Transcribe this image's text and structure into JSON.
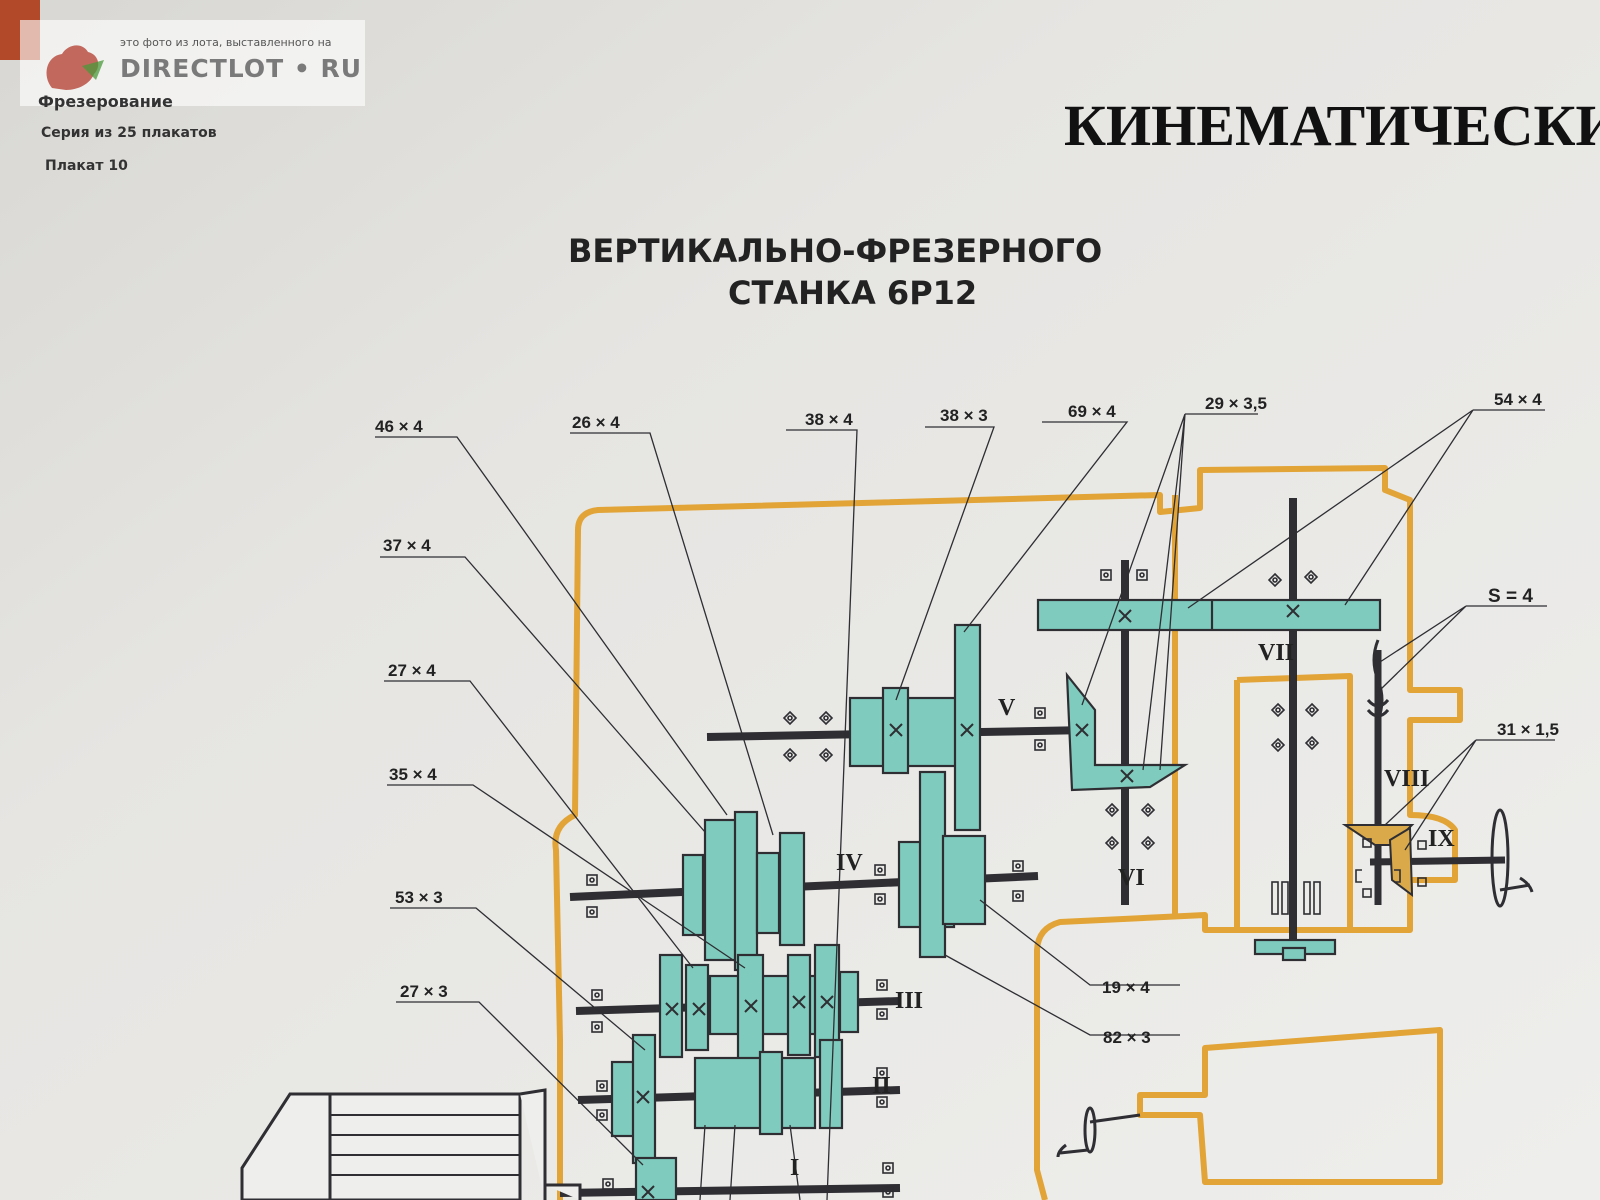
{
  "watermark": {
    "small_text": "это фото из лота, выставленного на",
    "brand": "DIRECTLOT • RU"
  },
  "header": {
    "subject": "Фрезерование",
    "series": "Серия из 25 плакатов",
    "poster_no": "Плакат 10"
  },
  "title": {
    "main": "КИНЕМАТИЧЕСКИ",
    "line1": "ВЕРТИКАЛЬНО-ФРЕЗЕРНОГО",
    "line2": "СТАНКА 6Р12"
  },
  "gear_labels": {
    "g46x4": "46 × 4",
    "g26x4": "26 × 4",
    "g38x4": "38 × 4",
    "g38x3": "38 × 3",
    "g69x4": "69 × 4",
    "g29x35": "29 × 3,5",
    "g54x4": "54 × 4",
    "g37x4": "37 × 4",
    "g27x4": "27 × 4",
    "g35x4": "35 × 4",
    "g53x3": "53 × 3",
    "g27x3": "27 × 3",
    "s4": "S = 4",
    "g31x15": "31 × 1,5",
    "g19x4": "19 × 4",
    "g82x3": "82 × 3"
  },
  "shaft_labels": {
    "I": "I",
    "II": "II",
    "III": "III",
    "IV": "IV",
    "V": "V",
    "VI": "VI",
    "VII": "VII",
    "VIII": "VIII",
    "IX": "IX"
  },
  "colors": {
    "gear_fill": "#7fcbbd",
    "frame": "#e2a436",
    "shaft": "#2e2e33",
    "paper": "#e8e8e6"
  }
}
